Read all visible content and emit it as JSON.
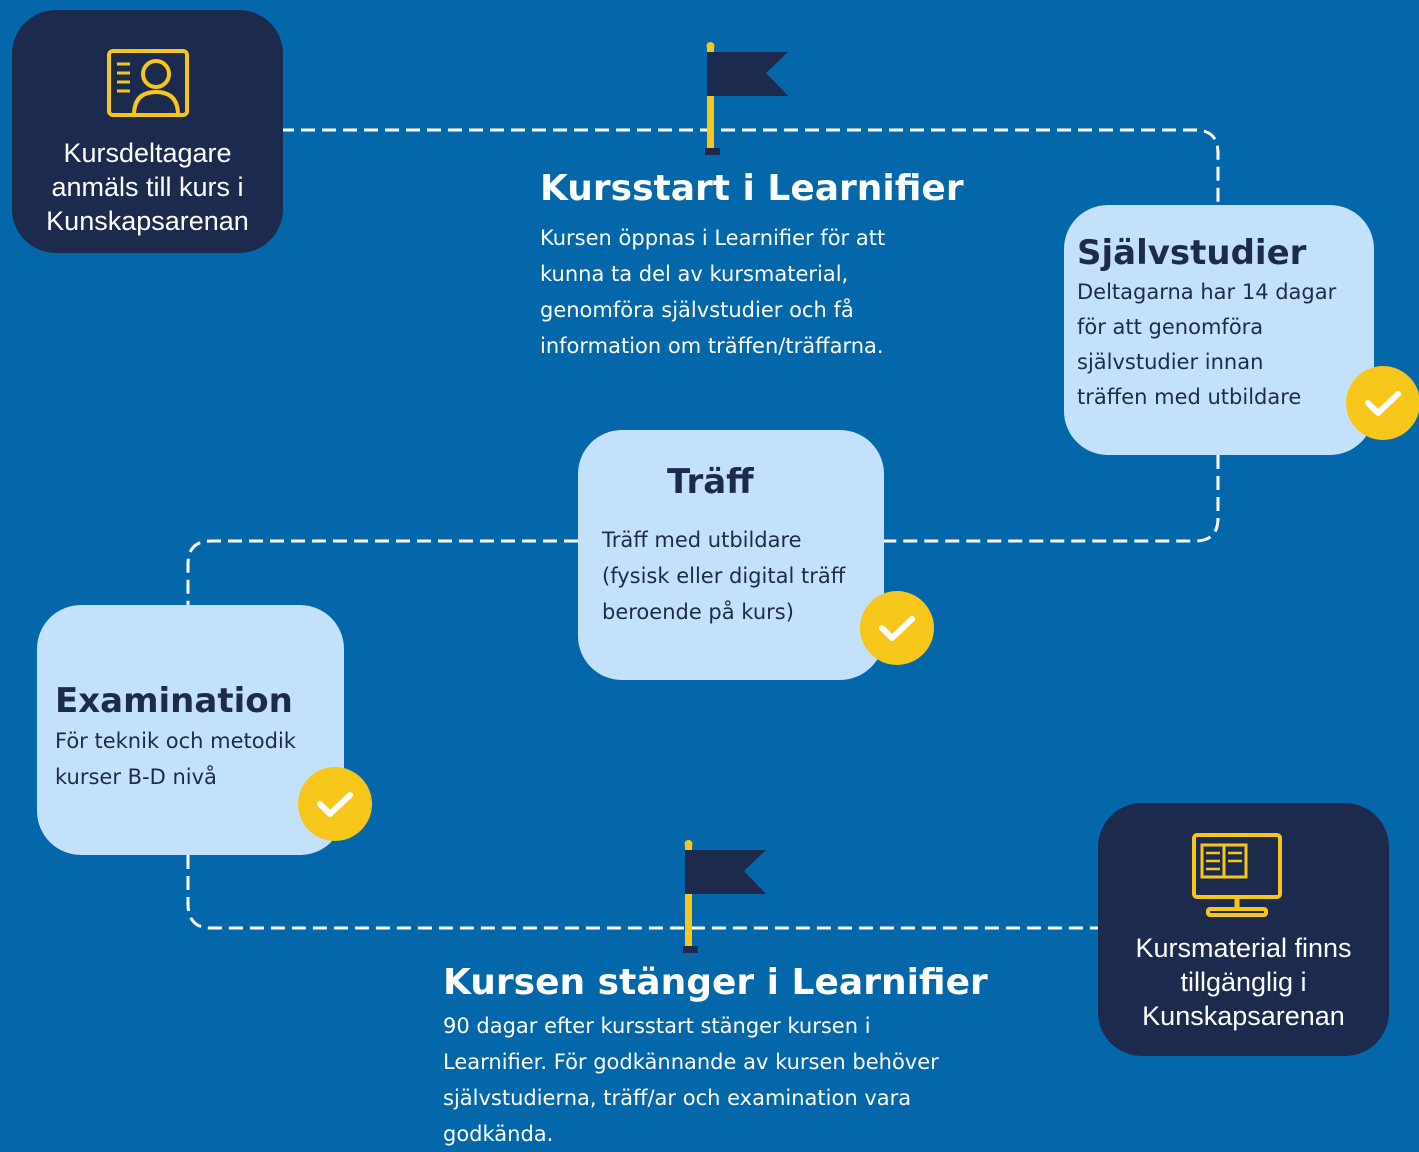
{
  "colors": {
    "background": "#0467a9",
    "dark_box": "#1c2a4e",
    "light_box": "#c4e1fb",
    "accent_yellow": "#f7c61a",
    "path_line": "#ffffff"
  },
  "icons": {
    "enroll": "person-on-screen-icon",
    "material": "book-on-monitor-icon",
    "flag": "flag-icon",
    "check": "checkmark-icon"
  },
  "nodes": {
    "enroll": {
      "lines": [
        "Kursdeltagare",
        "anmäls till kurs i",
        "Kunskapsarenan"
      ]
    },
    "start": {
      "title": "Kursstart i Learnifier",
      "lines": [
        "Kursen öppnas i Learnifier för att",
        "kunna ta del av kursmaterial,",
        "genomföra självstudier och få",
        "information om träffen/träffarna."
      ]
    },
    "self_study": {
      "title": "Självstudier",
      "lines": [
        "Deltagarna har 14 dagar",
        "för att genomföra",
        "självstudier innan",
        "träffen med utbildare"
      ]
    },
    "meeting": {
      "title": "Träff",
      "lines": [
        "Träff med utbildare",
        "(fysisk eller digital träff",
        "beroende på kurs)"
      ]
    },
    "exam": {
      "title": "Examination",
      "lines": [
        "För teknik och metodik",
        "kurser B-D nivå"
      ]
    },
    "close": {
      "title": "Kursen stänger i Learnifier",
      "lines": [
        "90 dagar efter kursstart stänger kursen i",
        "Learnifier. För godkännande av kursen behöver",
        "självstudierna, träff/ar och examination vara",
        "godkända."
      ]
    },
    "material": {
      "lines": [
        "Kursmaterial finns",
        "tillgänglig i",
        "Kunskapsarenan"
      ]
    }
  }
}
